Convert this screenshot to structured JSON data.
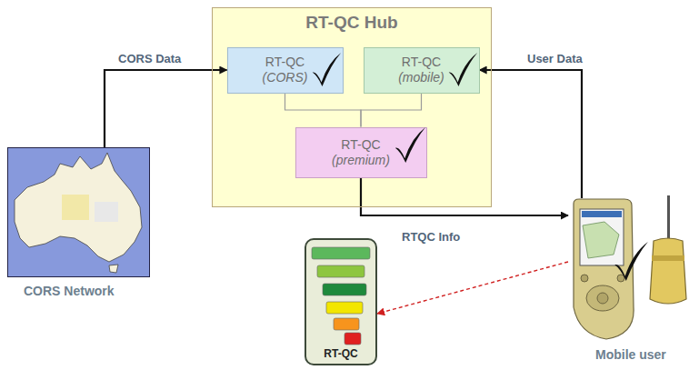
{
  "diagram": {
    "nodes": [
      {
        "text": [
          "RT-QC Hub"
        ]
      },
      {
        "text": [
          "RT-QC",
          "(CORS)"
        ],
        "in": 0
      },
      {
        "text": [
          "RT-QC",
          "(mobile)"
        ],
        "in": 0
      },
      {
        "text": [
          "RT-QC",
          "(premium)"
        ],
        "in": 0
      },
      {
        "text": [
          "CORS Network"
        ]
      },
      {
        "text": [
          "Mobile user"
        ]
      },
      {
        "text": [
          "RT-QC"
        ]
      }
    ],
    "edges": [
      {
        "from": 4,
        "to": 1,
        "arrow": "to",
        "label": "CORS Data"
      },
      {
        "from": 5,
        "to": 2,
        "arrow": "to",
        "label": "User Data"
      },
      {
        "from": 1,
        "to": 3,
        "arrow": "none"
      },
      {
        "from": 2,
        "to": 3,
        "arrow": "none"
      },
      {
        "from": 3,
        "to": 5,
        "arrow": "to",
        "label": "RTQC Info"
      },
      {
        "from": 5,
        "to": 6,
        "arrow": "to"
      }
    ]
  }
}
